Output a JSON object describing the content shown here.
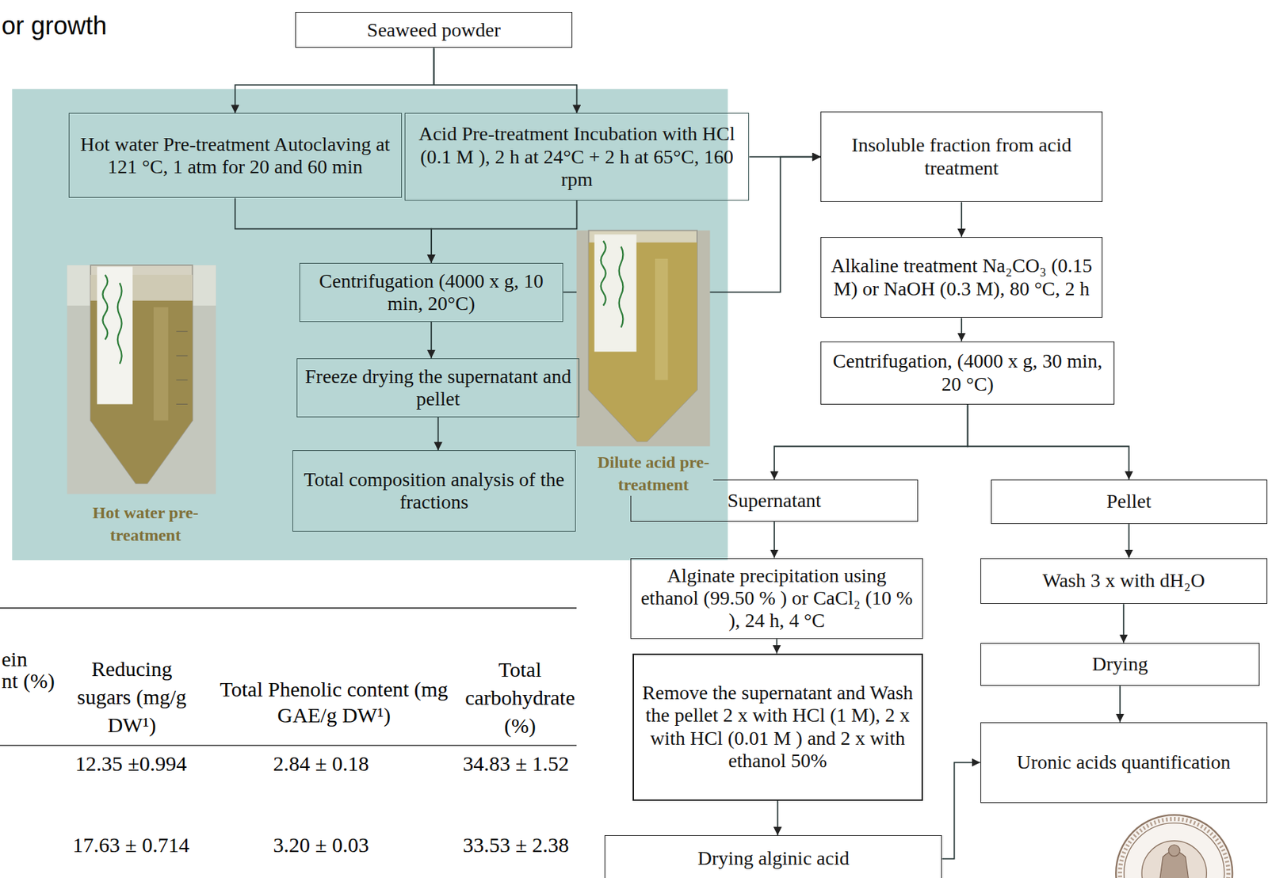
{
  "diagram": {
    "nodes": [
      {
        "text": [
          "Seaweed powder"
        ]
      },
      {
        "text": [
          "Hot water Pre-treatment Autoclaving at 121 °C, 1 atm for 20 and 60 min"
        ]
      },
      {
        "text": [
          "Acid Pre-treatment Incubation with HCl (0.1 M ), 2 h at 24°C + 2 h at 65°C, 160 rpm"
        ]
      },
      {
        "text": [
          "Centrifugation (4000 x g, 10 min, 20°C)"
        ]
      },
      {
        "text": [
          "Freeze drying the supernatant and pellet"
        ]
      },
      {
        "text": [
          "Total composition analysis of the fractions"
        ]
      },
      {
        "text": [
          "Insoluble fraction from acid treatment"
        ]
      },
      {
        "text": [
          "Alkaline treatment Na₂CO₃ (0.15 M) or NaOH (0.3 M), 80 °C, 2 h"
        ]
      },
      {
        "text": [
          "Centrifugation, (4000 x g, 30 min, 20 °C)"
        ]
      },
      {
        "text": [
          "Supernatant"
        ]
      },
      {
        "text": [
          "Pellet"
        ]
      },
      {
        "text": [
          "Alginate precipitation using ethanol (99.50 % ) or CaCl₂ (10 % ), 24 h, 4 °C"
        ]
      },
      {
        "text": [
          "Wash 3 x with dH₂O"
        ]
      },
      {
        "text": [
          "Remove the supernatant and Wash the pellet 2 x with HCl (1 M), 2 x with HCl (0.01 M ) and 2 x with ethanol 50%"
        ]
      },
      {
        "text": [
          "Drying"
        ]
      },
      {
        "text": [
          "Uronic acids quantification"
        ]
      },
      {
        "text": [
          "Drying alginic acid"
        ]
      }
    ],
    "edges": [
      {
        "from": 0,
        "to": 1,
        "arrow": "to"
      },
      {
        "from": 0,
        "to": 2,
        "arrow": "to"
      },
      {
        "from": 1,
        "to": 3,
        "arrow": "to"
      },
      {
        "from": 2,
        "to": 3,
        "arrow": "to"
      },
      {
        "from": 3,
        "to": 4,
        "arrow": "to"
      },
      {
        "from": 4,
        "to": 5,
        "arrow": "to"
      },
      {
        "from": 2,
        "to": 6,
        "arrow": "to"
      },
      {
        "from": 3,
        "to": 6,
        "arrow": "to"
      },
      {
        "from": 6,
        "to": 7,
        "arrow": "to"
      },
      {
        "from": 7,
        "to": 8,
        "arrow": "to"
      },
      {
        "from": 8,
        "to": 9,
        "arrow": "to"
      },
      {
        "from": 8,
        "to": 10,
        "arrow": "to"
      },
      {
        "from": 9,
        "to": 11,
        "arrow": "to"
      },
      {
        "from": 11,
        "to": 13,
        "arrow": "to"
      },
      {
        "from": 13,
        "to": 16,
        "arrow": "to"
      },
      {
        "from": 16,
        "to": 15,
        "arrow": "to"
      },
      {
        "from": 10,
        "to": 12,
        "arrow": "to"
      },
      {
        "from": 12,
        "to": 14,
        "arrow": "to"
      },
      {
        "from": 14,
        "to": 15,
        "arrow": "to"
      }
    ],
    "labels": [
      "or growth",
      "Hot water pre-treatment",
      "Dilute acid pre-treatment",
      "ein",
      "nt (%)",
      "Reducing sugars (mg/g DW¹)",
      "Total Phenolic content (mg GAE/g DW¹)",
      "Total carbohydrate (%)",
      "12.35 ±0.994",
      "2.84 ± 0.18",
      "34.83 ± 1.52",
      "17.63 ± 0.714",
      "3.20 ± 0.03",
      "33.53 ± 2.38"
    ]
  }
}
